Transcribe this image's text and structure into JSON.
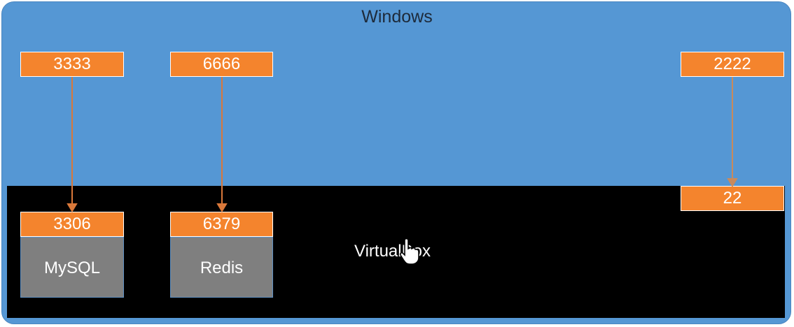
{
  "windows": {
    "title": "Windows"
  },
  "virtualbox": {
    "label": "VirtualBox"
  },
  "host_ports": {
    "mysql": "3333",
    "redis": "6666",
    "ssh": "2222"
  },
  "guest_ports": {
    "mysql": "3306",
    "redis": "6379",
    "ssh": "22"
  },
  "services": {
    "mysql": "MySQL",
    "redis": "Redis"
  },
  "colors": {
    "windows_bg": "#5597d4",
    "virtualbox_bg": "#000000",
    "port_bg": "#f4842d",
    "service_bg": "#7f7f7f",
    "arrow": "#d9783a"
  },
  "icons": {
    "cursor": "hand-pointer-icon"
  }
}
